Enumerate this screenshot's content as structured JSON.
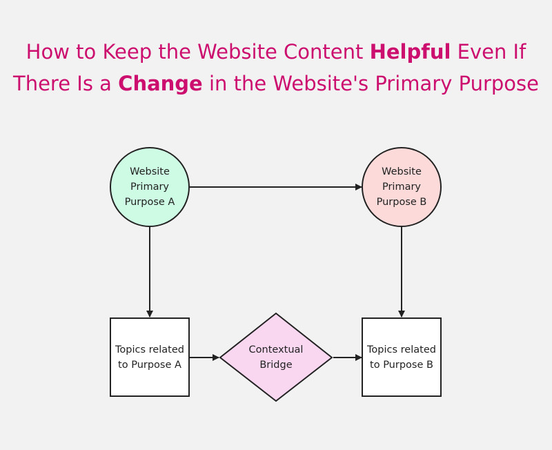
{
  "title": {
    "part1": "How to Keep the Website Content ",
    "bold1": "Helpful",
    "part2": " Even If There Is a ",
    "bold2": "Change",
    "part3": " in the Website's Primary Purpose"
  },
  "nodes": {
    "purpose_a": {
      "line1": "Website",
      "line2": "Primary",
      "line3": "Purpose A"
    },
    "purpose_b": {
      "line1": "Website",
      "line2": "Primary",
      "line3": "Purpose B"
    },
    "topics_a": {
      "line1": "Topics related",
      "line2": "to Purpose A"
    },
    "topics_b": {
      "line1": "Topics related",
      "line2": "to Purpose B"
    },
    "bridge": {
      "line1": "Contextual",
      "line2": "Bridge"
    }
  },
  "colors": {
    "title": "#cc0f6f",
    "circle_a_fill": "#cdfbe4",
    "circle_b_fill": "#fcdada",
    "diamond_fill": "#fad7f1",
    "box_fill": "#ffffff",
    "stroke": "#222222",
    "background": "#f2f2f2"
  }
}
